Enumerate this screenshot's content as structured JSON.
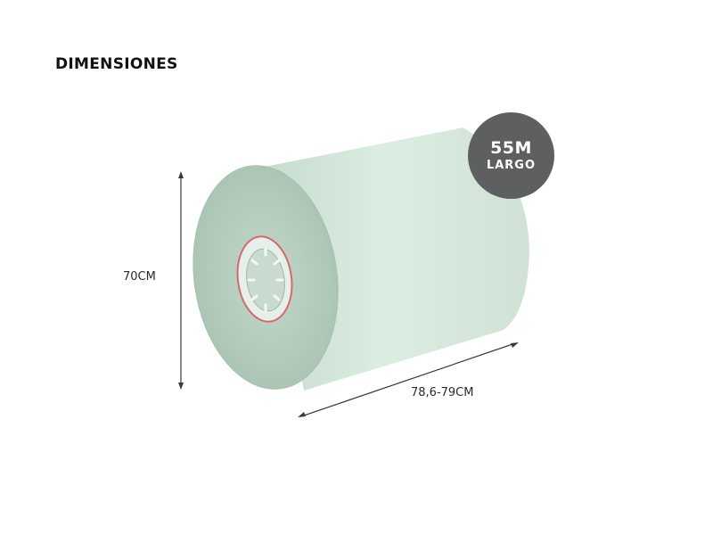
{
  "heading": "DIMENSIONES",
  "dimensions": {
    "height_label": "70CM",
    "width_label": "78,6-79CM"
  },
  "badge": {
    "value": "55M",
    "unit": "LARGO"
  },
  "colors": {
    "roll_side": "#d7ebde",
    "roll_face": "#b7cfc0",
    "core_ring": "#d46b6b",
    "badge_bg": "#5e5f61"
  },
  "icons": [
    "paper-roll-image",
    "vertical-dimension-arrow",
    "diagonal-dimension-arrow"
  ]
}
